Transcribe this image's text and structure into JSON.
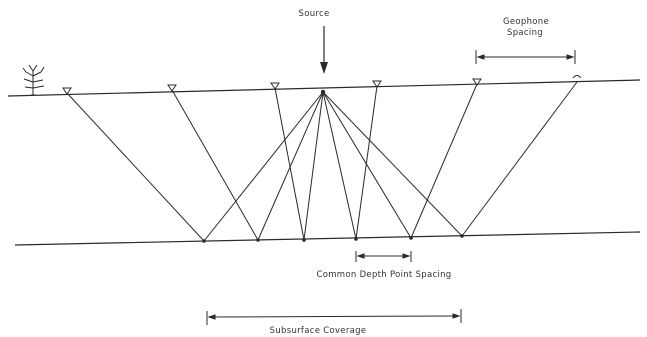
{
  "labels": {
    "source": "Source",
    "geophone_spacing_line1": "Geophone",
    "geophone_spacing_line2": "Spacing",
    "cdp_spacing": "Common Depth Point Spacing",
    "subsurface_coverage": "Subsurface Coverage"
  },
  "geophone_count": 6,
  "reflection_point_count": 6,
  "colors": {
    "background": "#ffffff",
    "ink": "#2a2a2a"
  }
}
